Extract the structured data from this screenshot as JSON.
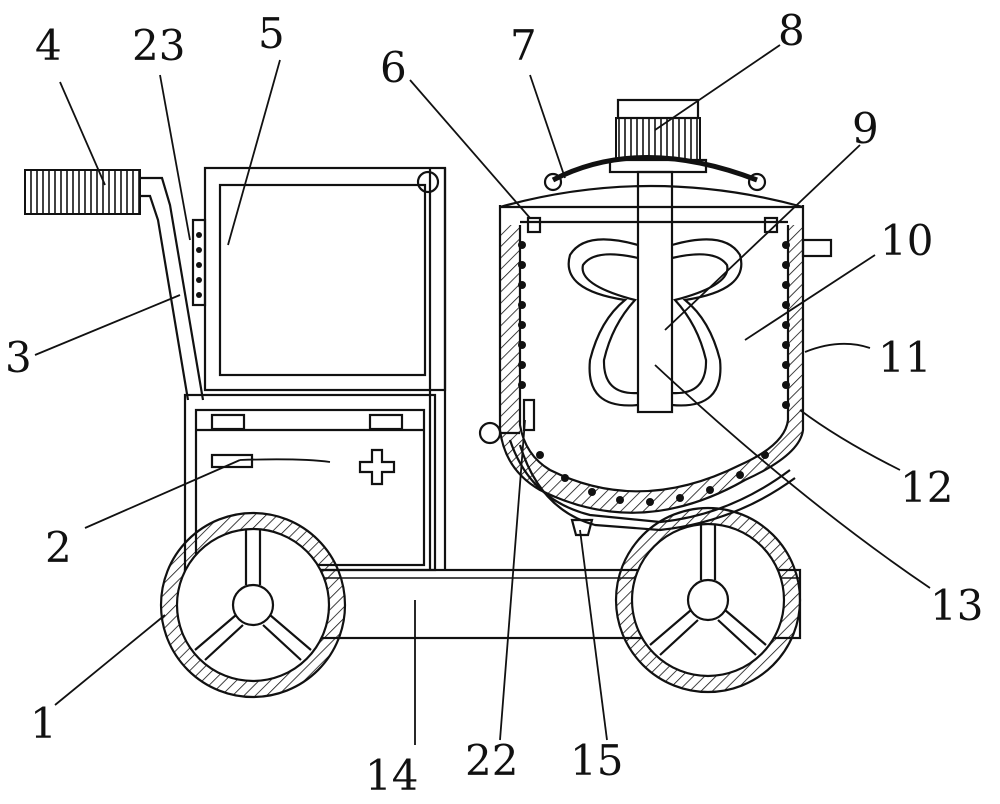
{
  "callouts": [
    {
      "id": "c1",
      "text": "1"
    },
    {
      "id": "c2",
      "text": "2"
    },
    {
      "id": "c3",
      "text": "3"
    },
    {
      "id": "c4",
      "text": "4"
    },
    {
      "id": "c5",
      "text": "5"
    },
    {
      "id": "c6",
      "text": "6"
    },
    {
      "id": "c7",
      "text": "7"
    },
    {
      "id": "c8",
      "text": "8"
    },
    {
      "id": "c9",
      "text": "9"
    },
    {
      "id": "c10",
      "text": "10"
    },
    {
      "id": "c11",
      "text": "11"
    },
    {
      "id": "c12",
      "text": "12"
    },
    {
      "id": "c13",
      "text": "13"
    },
    {
      "id": "c14",
      "text": "14"
    },
    {
      "id": "c15",
      "text": "15"
    },
    {
      "id": "c22",
      "text": "22"
    },
    {
      "id": "c23",
      "text": "23"
    }
  ]
}
